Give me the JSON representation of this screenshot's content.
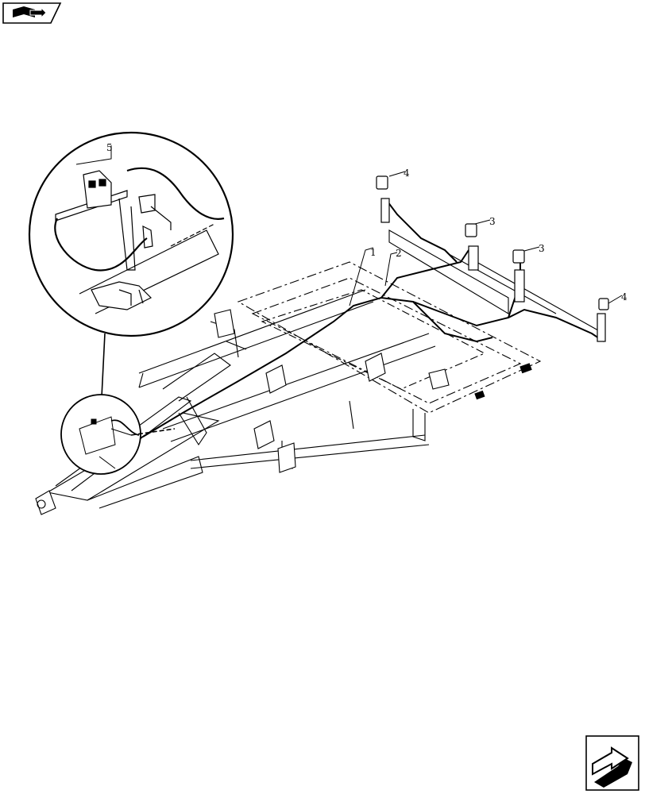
{
  "nav": {
    "top_button_icon": "book-arrow-icon",
    "bottom_button_icon": "bent-arrow-icon"
  },
  "callouts": [
    {
      "id": "1",
      "label": "1"
    },
    {
      "id": "2",
      "label": "2"
    },
    {
      "id": "3a",
      "label": "3"
    },
    {
      "id": "3b",
      "label": "3"
    },
    {
      "id": "4a",
      "label": "4"
    },
    {
      "id": "4b",
      "label": "4"
    },
    {
      "id": "5",
      "label": "5"
    }
  ],
  "colors": {
    "line": "#000000",
    "background": "#ffffff"
  }
}
